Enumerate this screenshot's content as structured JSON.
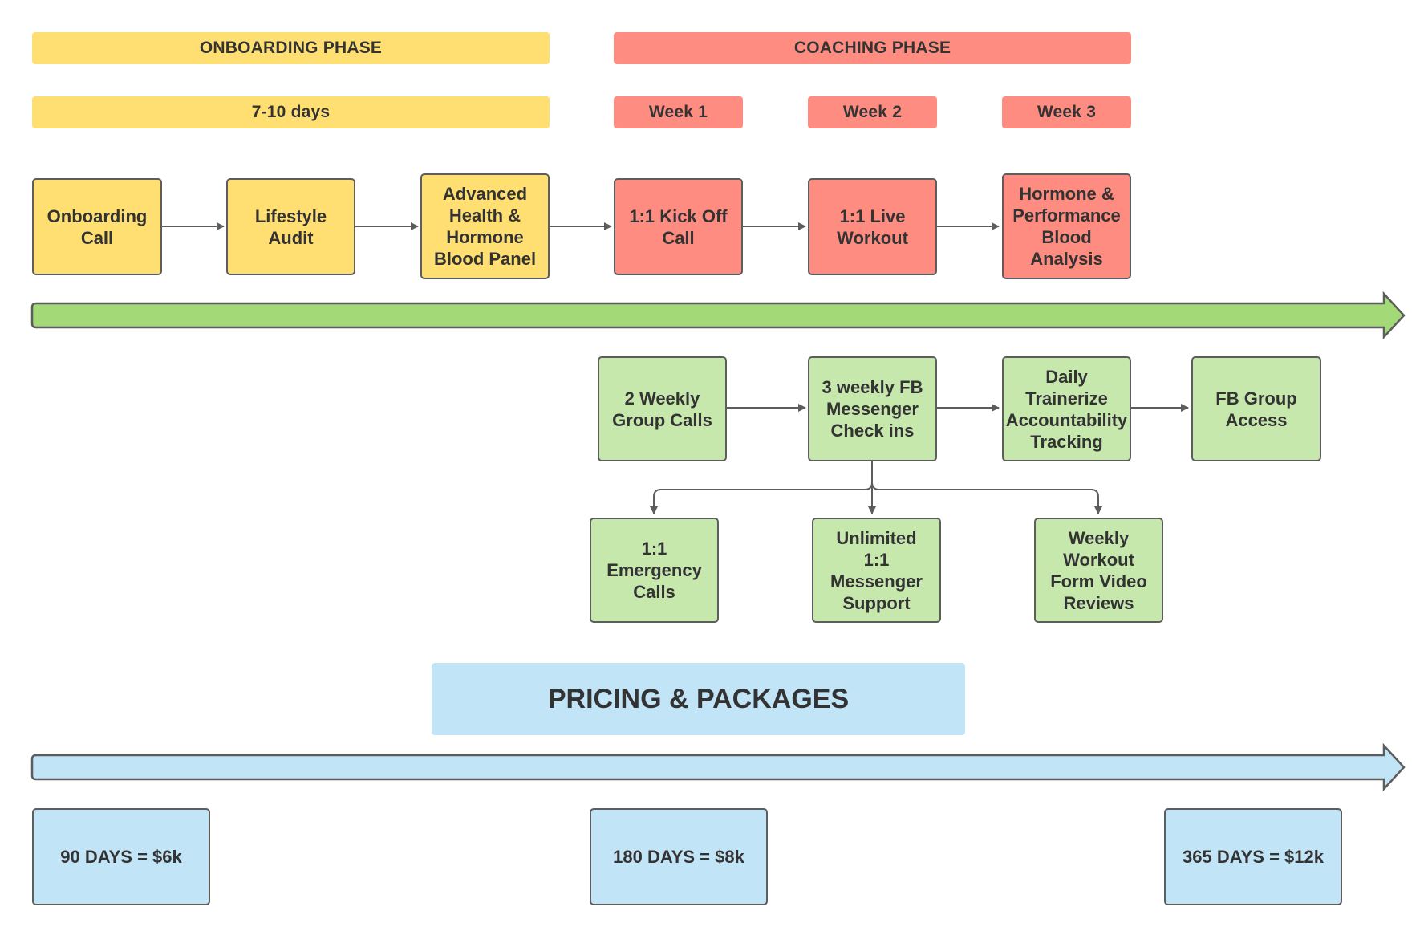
{
  "phases": {
    "onboarding": {
      "label": "ONBOARDING PHASE",
      "duration": "7-10 days"
    },
    "coaching": {
      "label": "COACHING PHASE",
      "weeks": [
        "Week 1",
        "Week 2",
        "Week 3"
      ]
    }
  },
  "main_flow": [
    "Onboarding\nCall",
    "Lifestyle\nAudit",
    "Advanced\nHealth &\nHormone\nBlood Panel",
    "1:1 Kick Off\nCall",
    "1:1 Live\nWorkout",
    "Hormone &\nPerformance\nBlood\nAnalysis"
  ],
  "support_flow": [
    "2 Weekly\nGroup Calls",
    "3 weekly FB\nMessenger\nCheck ins",
    "Daily\nTrainerize\nAccountability\nTracking",
    "FB Group\nAccess"
  ],
  "support_branches": [
    "1:1\nEmergency\nCalls",
    "Unlimited\n1:1\nMessenger\nSupport",
    "Weekly\nWorkout\nForm Video\nReviews"
  ],
  "pricing": {
    "title": "PRICING & PACKAGES",
    "packages": [
      "90 DAYS = $6k",
      "180 DAYS = $8k",
      "365 DAYS = $12k"
    ]
  },
  "colors": {
    "onboarding": "#FFDF71",
    "coaching": "#FF8C80",
    "support": "#C7E8AC",
    "timeline_arrow": "#A3D977",
    "pricing": "#C1E4F7",
    "border": "#5d5d5d"
  }
}
